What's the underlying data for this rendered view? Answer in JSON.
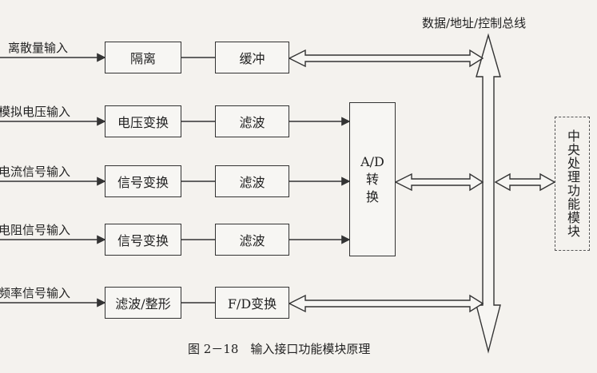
{
  "bus_label": "数据/地址/控制总线",
  "inputs": [
    {
      "label": "离散量输入",
      "stage1": "隔离",
      "stage2": "缓冲"
    },
    {
      "label": "模拟电压输入",
      "stage1": "电压变换",
      "stage2": "滤波"
    },
    {
      "label": "电流信号输入",
      "stage1": "信号变换",
      "stage2": "滤波"
    },
    {
      "label": "电阻信号输入",
      "stage1": "信号变换",
      "stage2": "滤波"
    },
    {
      "label": "频率信号输入",
      "stage1": "滤波/整形",
      "stage2": "F/D变换"
    }
  ],
  "ad_converter": {
    "line1": "A/D",
    "line2": "转",
    "line3": "换"
  },
  "cpu_module": "中央处理功能模块",
  "caption": "图 2－18　输入接口功能模块原理"
}
